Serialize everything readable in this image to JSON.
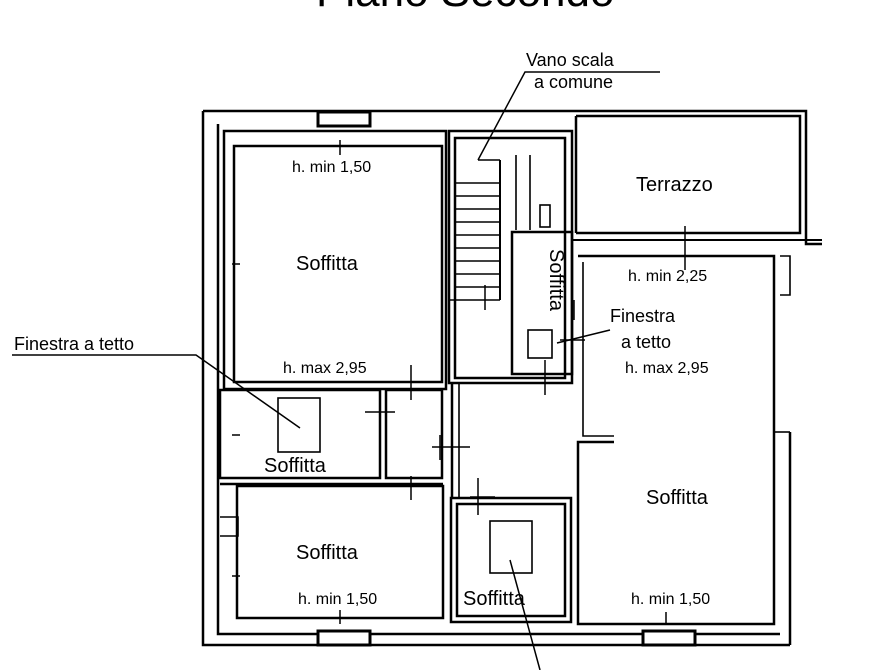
{
  "title": "Piano Secondo",
  "labels": {
    "vano_scala_line1": "Vano scala",
    "vano_scala_line2": "a comune",
    "finestra_left": "Finestra a tetto",
    "finestra_right_line1": "Finestra",
    "finestra_right_line2": "a tetto"
  },
  "rooms": {
    "terrazzo": "Terrazzo",
    "soffitta_top_left": "Soffitta",
    "soffitta_stair_side": "Soffitta",
    "soffitta_small_left": "Soffitta",
    "soffitta_bottom_left": "Soffitta",
    "soffitta_bottom_center": "Soffitta",
    "soffitta_right": "Soffitta"
  },
  "heights": {
    "top_left_min": "h. min 1,50",
    "top_left_max": "h. max 2,95",
    "right_min": "h. min 2,25",
    "right_max": "h. max 2,95",
    "bottom_left_min": "h. min 1,50",
    "bottom_right_min": "h. min 1,50"
  }
}
